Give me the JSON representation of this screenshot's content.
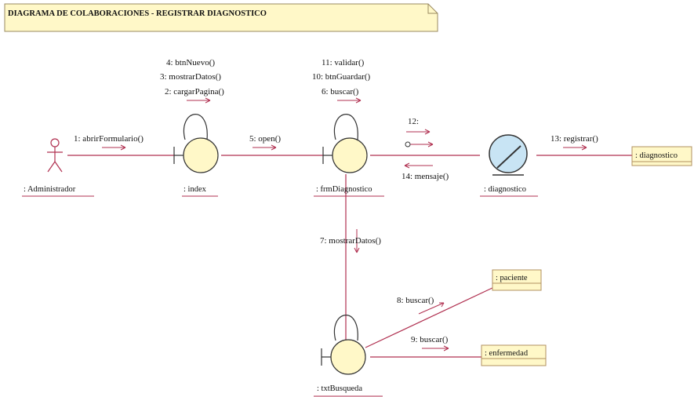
{
  "title": "DIAGRAMA DE COLABORACIONES - REGISTRAR DIAGNOSTICO",
  "actors": [
    {
      "name": ": Administrador"
    }
  ],
  "objects": [
    {
      "name": ": index",
      "kind": "boundary"
    },
    {
      "name": ": frmDiagnostico",
      "kind": "boundary"
    },
    {
      "name": ": diagnostico",
      "kind": "control"
    },
    {
      "name": ": txtBusqueda",
      "kind": "boundary"
    }
  ],
  "classes": [
    {
      "name": ": diagnostico"
    },
    {
      "name": ": paciente"
    },
    {
      "name": ": enfermedad"
    }
  ],
  "messages": [
    {
      "text": "1: abrirFormulario()"
    },
    {
      "text": "2: cargarPagina()"
    },
    {
      "text": "3: mostrarDatos()"
    },
    {
      "text": "4: btnNuevo()"
    },
    {
      "text": "5: open()"
    },
    {
      "text": "6: buscar()"
    },
    {
      "text": "7: mostrarDatos()"
    },
    {
      "text": "8: buscar()"
    },
    {
      "text": "9: buscar()"
    },
    {
      "text": "10: btnGuardar()"
    },
    {
      "text": "11: validar()"
    },
    {
      "text": "12:"
    },
    {
      "text": "13: registrar()"
    },
    {
      "text": "14: mensaje()"
    }
  ],
  "colors": {
    "line": "#b03050",
    "object_fill": "#fff8c8",
    "object_stroke": "#333333",
    "control_fill": "#c8e4f4",
    "note_fill": "#fff8c8"
  }
}
